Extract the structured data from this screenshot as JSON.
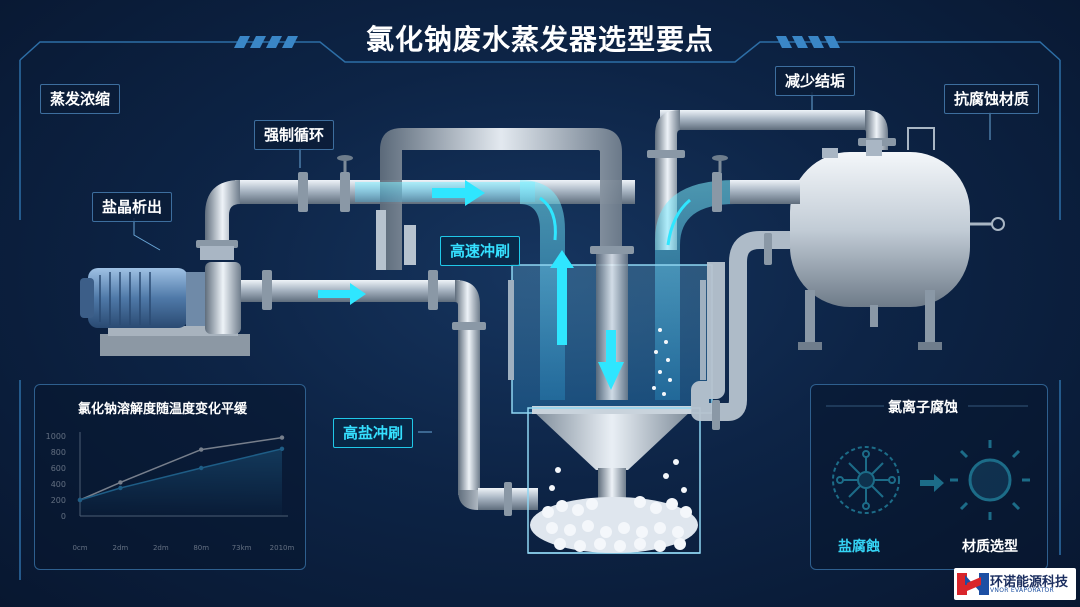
{
  "title": "氯化钠废水蒸发器选型要点",
  "labels": {
    "evaporation": "蒸发浓缩",
    "forced_circulation": "强制循环",
    "salt_precipitation": "盐晶析出",
    "high_speed_flush": "高速冲刷",
    "high_salt_flush": "高盐冲刷",
    "reduce_scaling": "减少结垢",
    "corrosion_resistant": "抗腐蚀材质"
  },
  "chloride_panel": {
    "title": "氯离子腐蚀",
    "left_label": "盐腐蝕",
    "right_label": "材质选型"
  },
  "logo": {
    "name_zh": "环诺能源科技",
    "name_en": "VNOR EVAPORATOR"
  },
  "colors": {
    "accent": "#35e0ff",
    "background": "#0d2446",
    "panel_border": "#2e5f8e",
    "series_white": "#ffffff",
    "series_blue": "#3ab4f2"
  },
  "chart_data": {
    "type": "line",
    "title": "氯化钠溶解度随温度变化平缓",
    "x_tick_labels": [
      "0cm",
      "2dm",
      "2dm",
      "80m",
      "73km",
      "2010m"
    ],
    "y_tick_labels": [
      "0",
      "200",
      "400",
      "600",
      "800",
      "1000"
    ],
    "ylim": [
      0,
      1000
    ],
    "grid": false,
    "series": [
      {
        "values_x_index": [
          0,
          1,
          3,
          5
        ],
        "values": [
          200,
          420,
          830,
          980
        ]
      },
      {
        "values_x_index": [
          0,
          1,
          3,
          5
        ],
        "values": [
          200,
          350,
          600,
          840
        ]
      }
    ]
  }
}
